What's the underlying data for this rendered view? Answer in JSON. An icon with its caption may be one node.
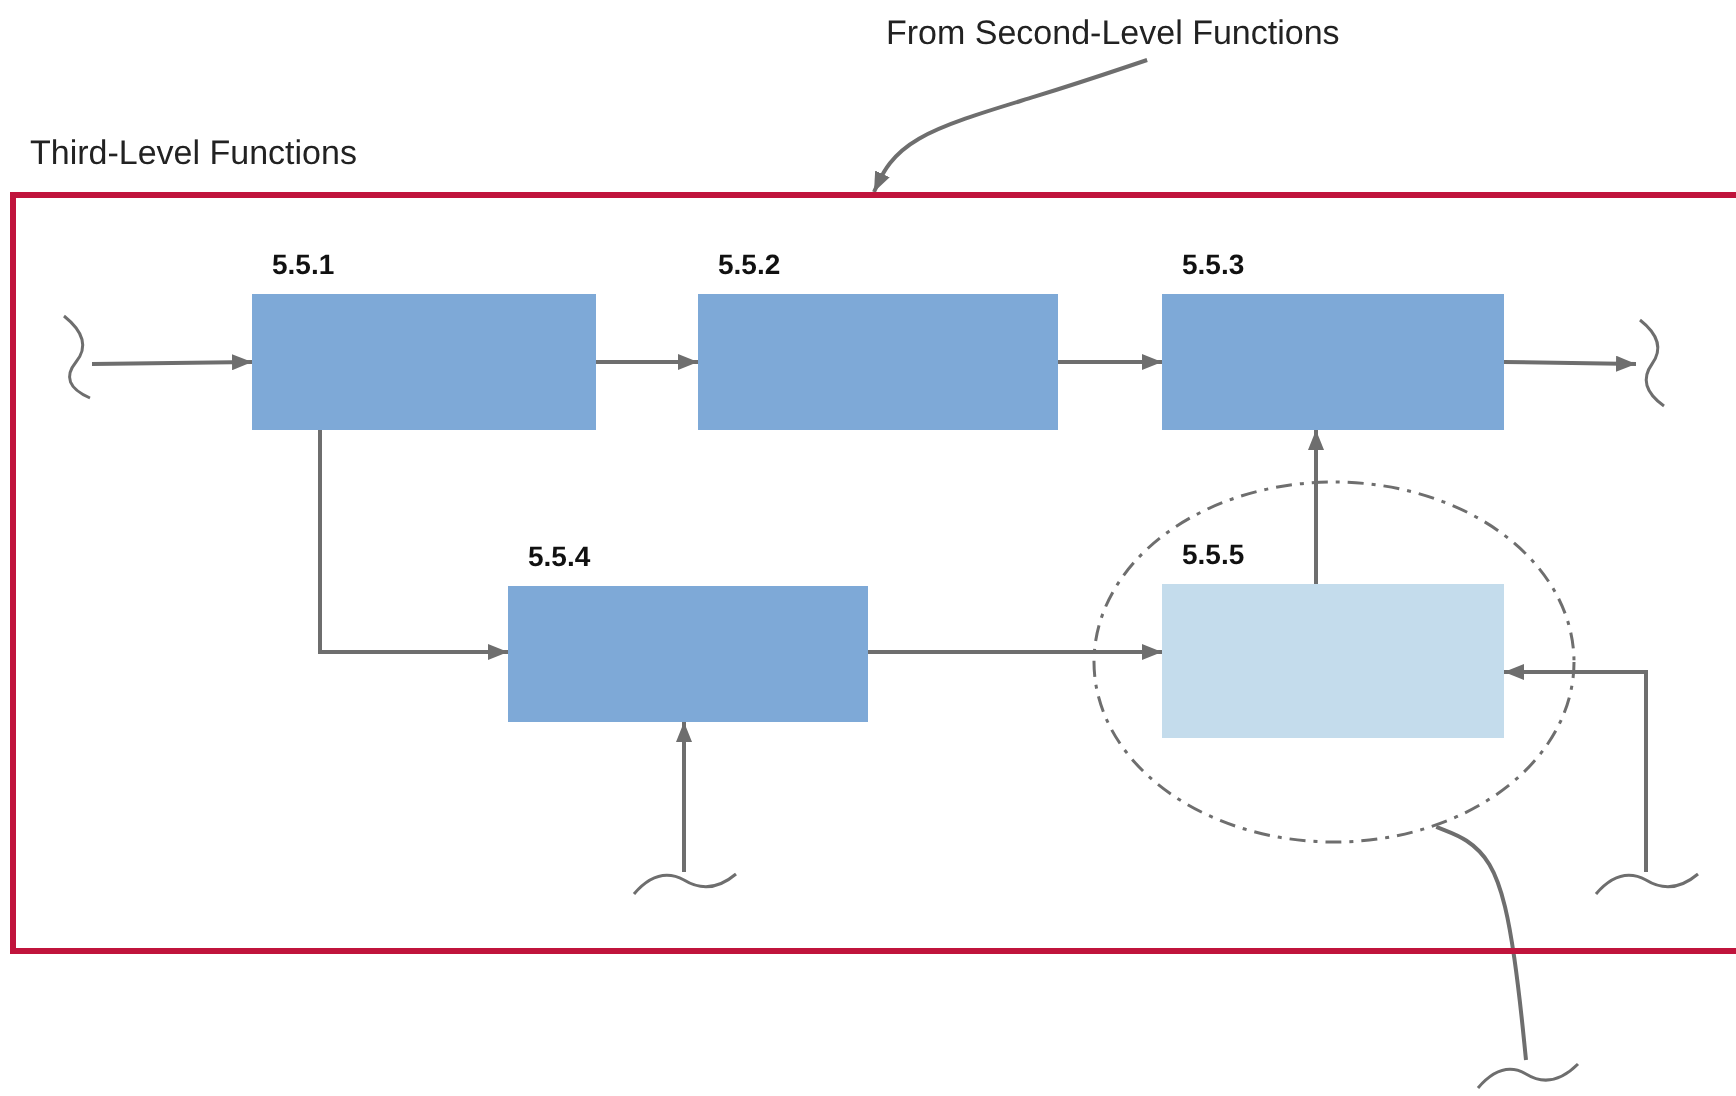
{
  "diagram": {
    "nodes": [
      {
        "text": [
          "From Second-Level Functions"
        ]
      },
      {
        "text": [
          "Third-Level Functions"
        ]
      },
      {
        "text": [
          "5.5.1"
        ],
        "in": 1
      },
      {
        "text": [
          "5.5.2"
        ],
        "in": 1
      },
      {
        "text": [
          "5.5.3"
        ],
        "in": 1
      },
      {
        "text": [
          "5.5.4"
        ],
        "in": 1
      },
      {
        "text": [],
        "shape": "ellipse",
        "in": 1
      },
      {
        "text": [
          "5.5.5"
        ],
        "in": 6
      },
      {
        "text": [],
        "shape": "squiggle",
        "in": 1
      },
      {
        "text": [],
        "shape": "squiggle",
        "in": 1
      },
      {
        "text": [],
        "shape": "squiggle"
      },
      {
        "text": [],
        "shape": "squiggle",
        "in": 1
      },
      {
        "text": [],
        "shape": "squiggle",
        "in": 1
      }
    ],
    "edges": [
      {
        "from": 0,
        "to": 1,
        "arrow": "to"
      },
      {
        "from": 8,
        "to": 2,
        "arrow": "to"
      },
      {
        "from": 2,
        "to": 3,
        "arrow": "to"
      },
      {
        "from": 3,
        "to": 4,
        "arrow": "to"
      },
      {
        "from": 4,
        "to": 12,
        "arrow": "to"
      },
      {
        "from": 2,
        "to": 5,
        "arrow": "to"
      },
      {
        "from": 5,
        "to": 7,
        "arrow": "to"
      },
      {
        "from": 9,
        "to": 5,
        "arrow": "to"
      },
      {
        "from": 7,
        "to": 4,
        "arrow": "to"
      },
      {
        "from": 11,
        "to": 7,
        "arrow": "to"
      },
      {
        "from": 6,
        "to": 10,
        "arrow": "none"
      }
    ]
  }
}
